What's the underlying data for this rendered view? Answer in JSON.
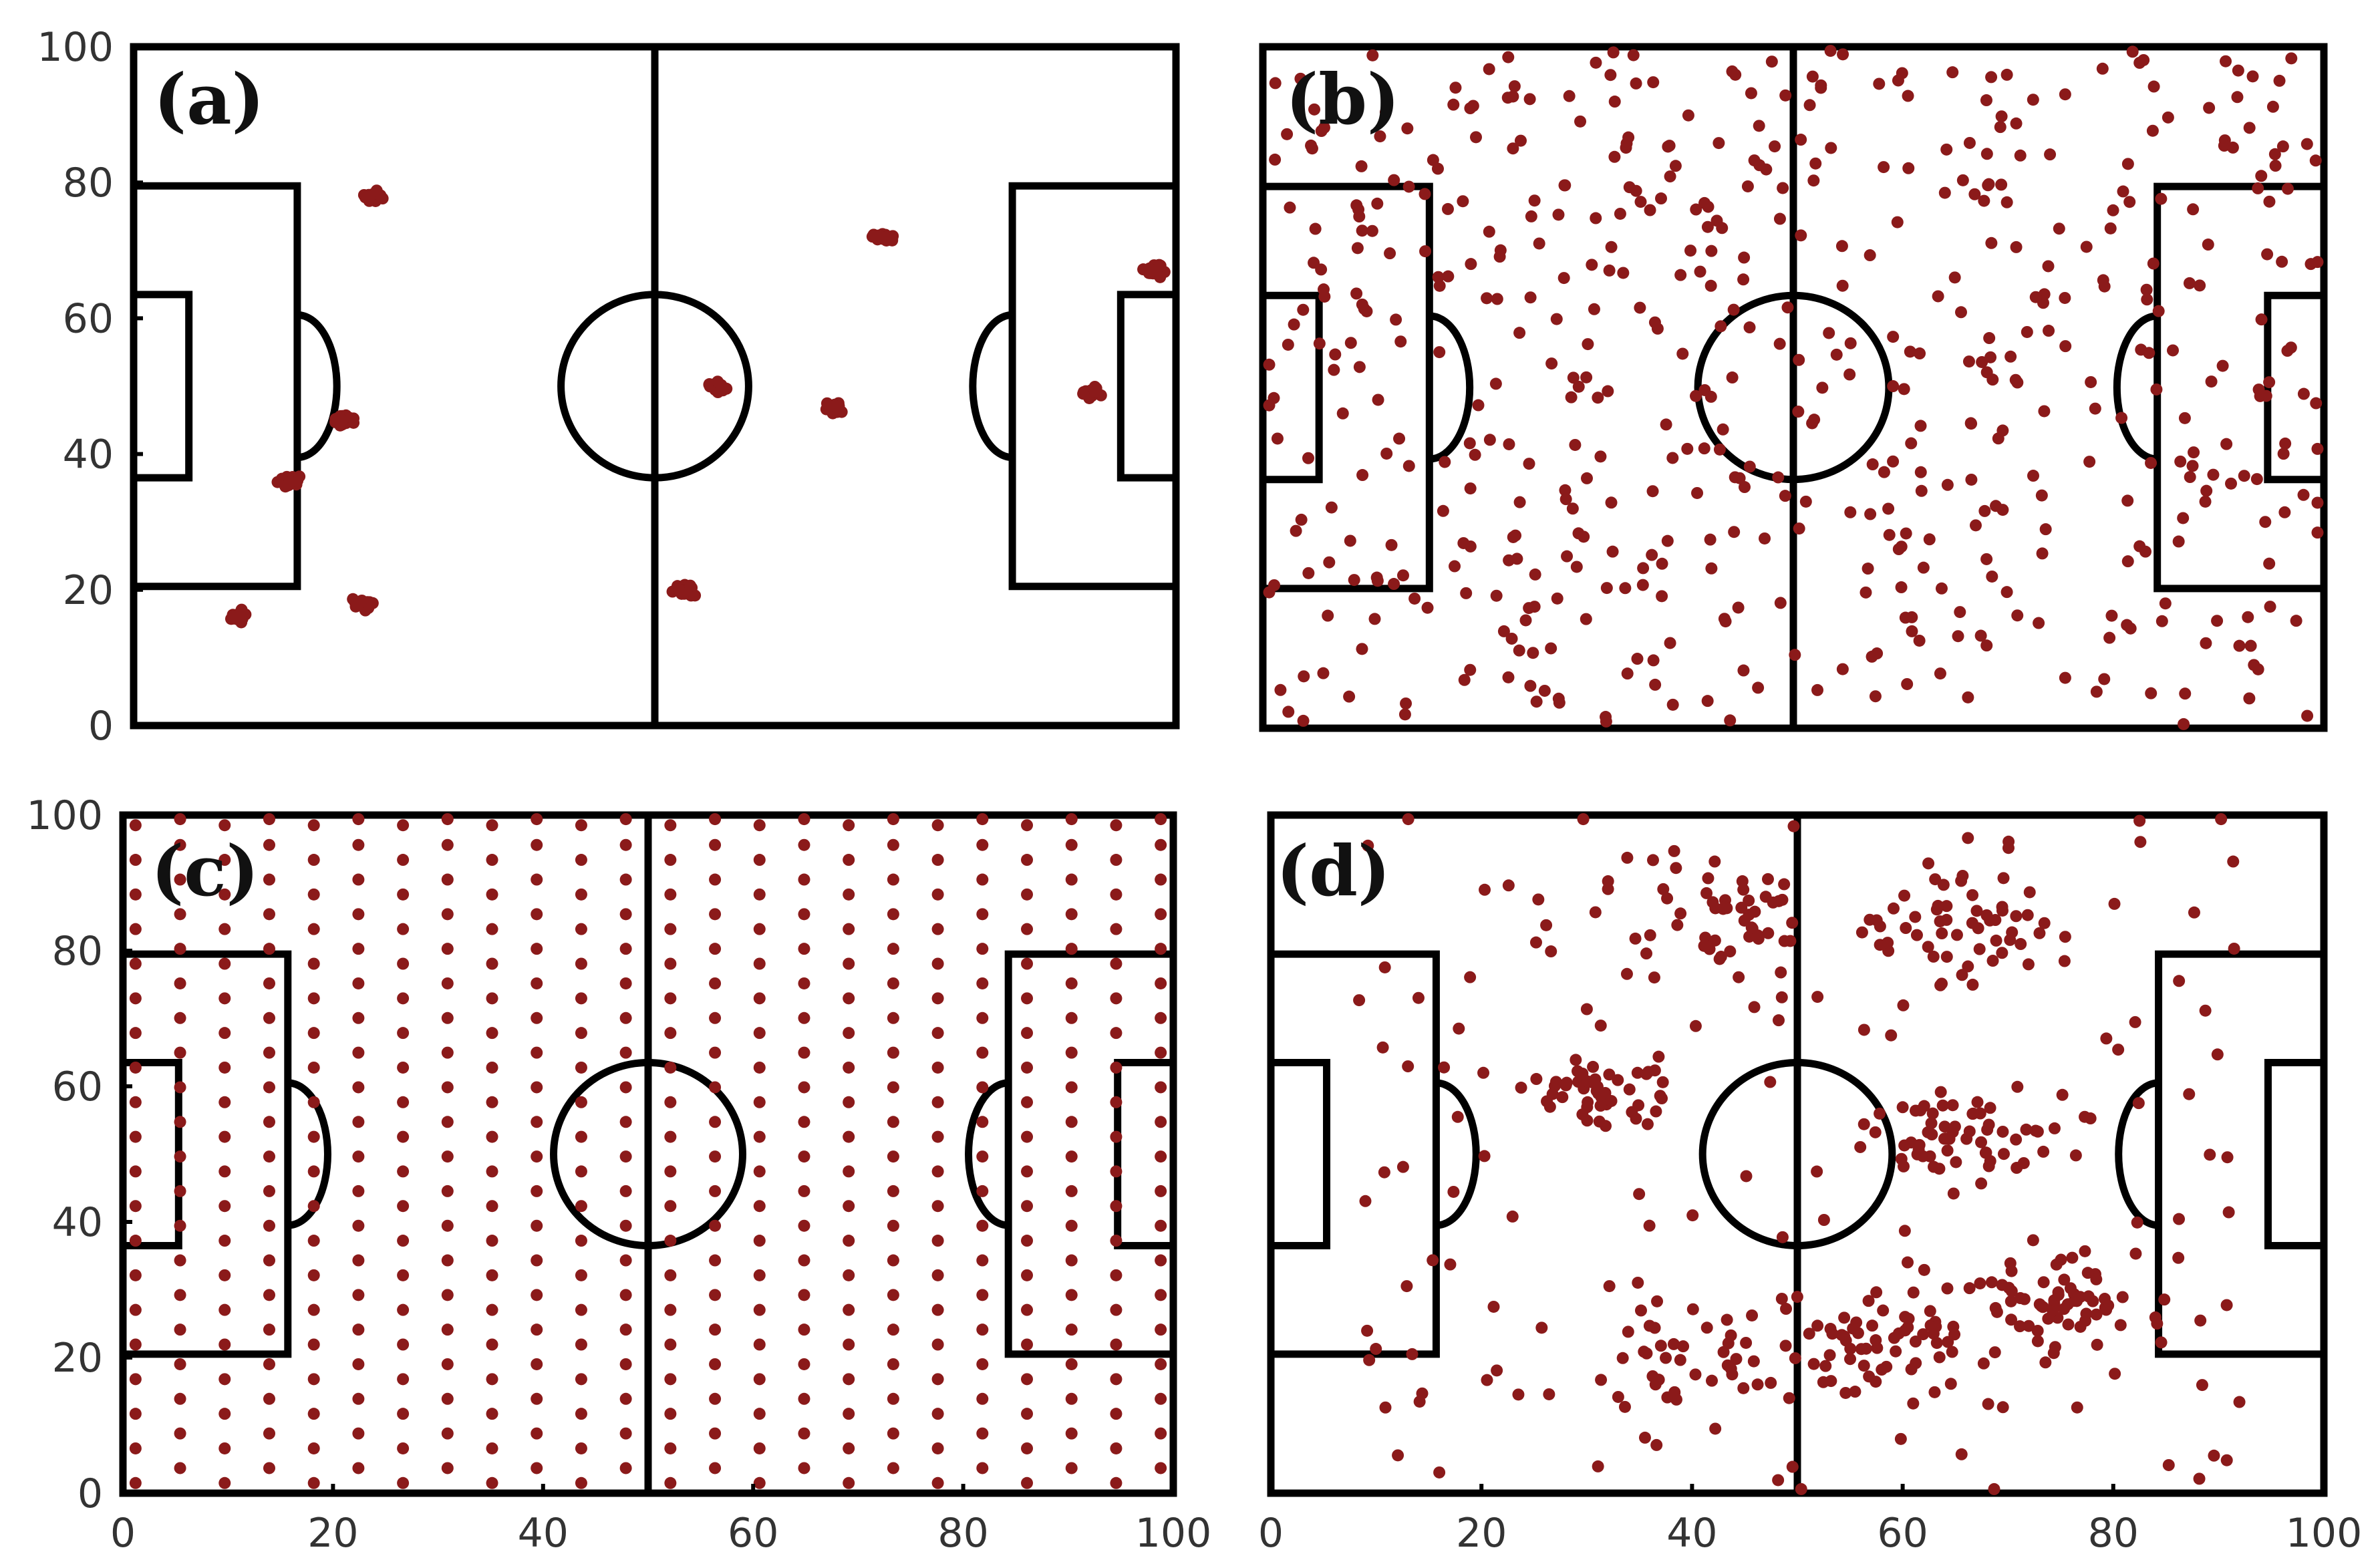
{
  "figure": {
    "background": "#ffffff",
    "line_color": "#000000",
    "dot_color": "#8b1a1a"
  },
  "chart_data": [
    {
      "type": "scatter",
      "panel_label": "(a)",
      "xlim": [
        0,
        100
      ],
      "ylim": [
        0,
        100
      ],
      "xticks": [],
      "yticks": [
        "0",
        "20",
        "40",
        "60",
        "80",
        "100"
      ],
      "distribution": "clustered",
      "clusters": [
        {
          "x": 10,
          "y": 16
        },
        {
          "x": 22,
          "y": 18
        },
        {
          "x": 15,
          "y": 36
        },
        {
          "x": 20,
          "y": 45
        },
        {
          "x": 23,
          "y": 78
        },
        {
          "x": 53,
          "y": 20
        },
        {
          "x": 56,
          "y": 50
        },
        {
          "x": 67,
          "y": 47
        },
        {
          "x": 72,
          "y": 72
        },
        {
          "x": 92,
          "y": 49
        },
        {
          "x": 98,
          "y": 67
        }
      ],
      "points_per_cluster": 24
    },
    {
      "type": "scatter",
      "panel_label": "(b)",
      "xlim": [
        0,
        100
      ],
      "ylim": [
        0,
        100
      ],
      "xticks": [],
      "yticks": [],
      "distribution": "uniform-random",
      "n_points": 550
    },
    {
      "type": "scatter",
      "panel_label": "(c)",
      "xlim": [
        0,
        100
      ],
      "ylim": [
        0,
        100
      ],
      "xticks": [
        "0",
        "20",
        "40",
        "60",
        "80",
        "100"
      ],
      "yticks": [
        "0",
        "20",
        "40",
        "60",
        "80",
        "100"
      ],
      "distribution": "grid",
      "columns": 24,
      "rows": 20
    },
    {
      "type": "scatter",
      "panel_label": "(d)",
      "xlim": [
        0,
        100
      ],
      "ylim": [
        0,
        100
      ],
      "xticks": [
        "0",
        "20",
        "40",
        "60",
        "80",
        "100"
      ],
      "yticks": [],
      "distribution": "density-weighted",
      "n_points": 520,
      "hotspots": [
        {
          "x": 42,
          "y": 85
        },
        {
          "x": 66,
          "y": 82
        },
        {
          "x": 58,
          "y": 22
        },
        {
          "x": 40,
          "y": 20
        },
        {
          "x": 66,
          "y": 52
        },
        {
          "x": 32,
          "y": 60
        },
        {
          "x": 75,
          "y": 28
        }
      ]
    }
  ]
}
